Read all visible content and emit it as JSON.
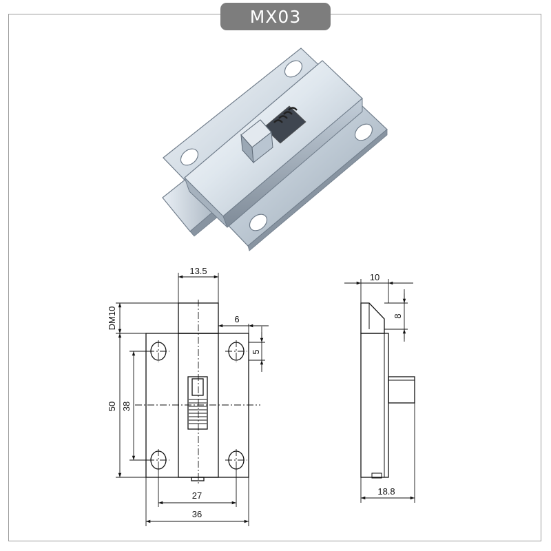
{
  "badge": {
    "label": "MX03"
  },
  "dimensions": {
    "front_bolt_width": "13.5",
    "front_bolt_protrusion": "DM10",
    "front_hole_offset_x": "6",
    "front_hole_offset_y": "5",
    "front_height": "50",
    "front_hole_spacing_y": "38",
    "front_hole_spacing_x": "27",
    "front_width": "36",
    "side_bolt_depth": "10",
    "side_bolt_height": "8",
    "side_depth": "18.8"
  },
  "colors": {
    "badge_bg": "#7d7d7d",
    "frame_border": "#9a9a9a",
    "metal_light": "#e8eef4",
    "metal_mid": "#b9c6d3",
    "metal_dark": "#7f8b98",
    "line": "#111111"
  }
}
